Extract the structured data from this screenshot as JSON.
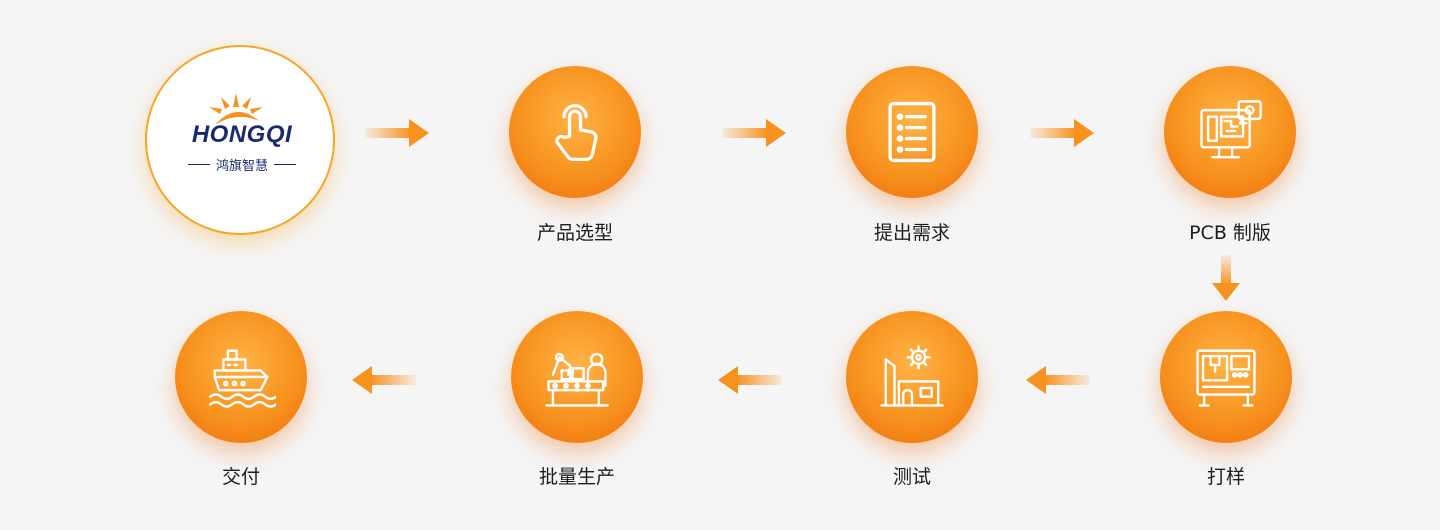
{
  "logo": {
    "wordmark": "HONGQI",
    "subtitle": "鸿旗智慧"
  },
  "steps": [
    {
      "label": "产品选型",
      "icon": "touch-hand-icon"
    },
    {
      "label": "提出需求",
      "icon": "list-document-icon"
    },
    {
      "label": "PCB 制版",
      "icon": "pcb-design-monitor-icon"
    },
    {
      "label": "打样",
      "icon": "sampling-machine-icon"
    },
    {
      "label": "测试",
      "icon": "testing-facility-icon"
    },
    {
      "label": "批量生产",
      "icon": "mass-production-icon"
    },
    {
      "label": "交付",
      "icon": "cargo-ship-icon"
    }
  ],
  "colors": {
    "accent": "#f7921e",
    "accent_dark": "#ef6c0c",
    "brand_blue": "#1a2b6d",
    "background": "#f5f5f5"
  }
}
